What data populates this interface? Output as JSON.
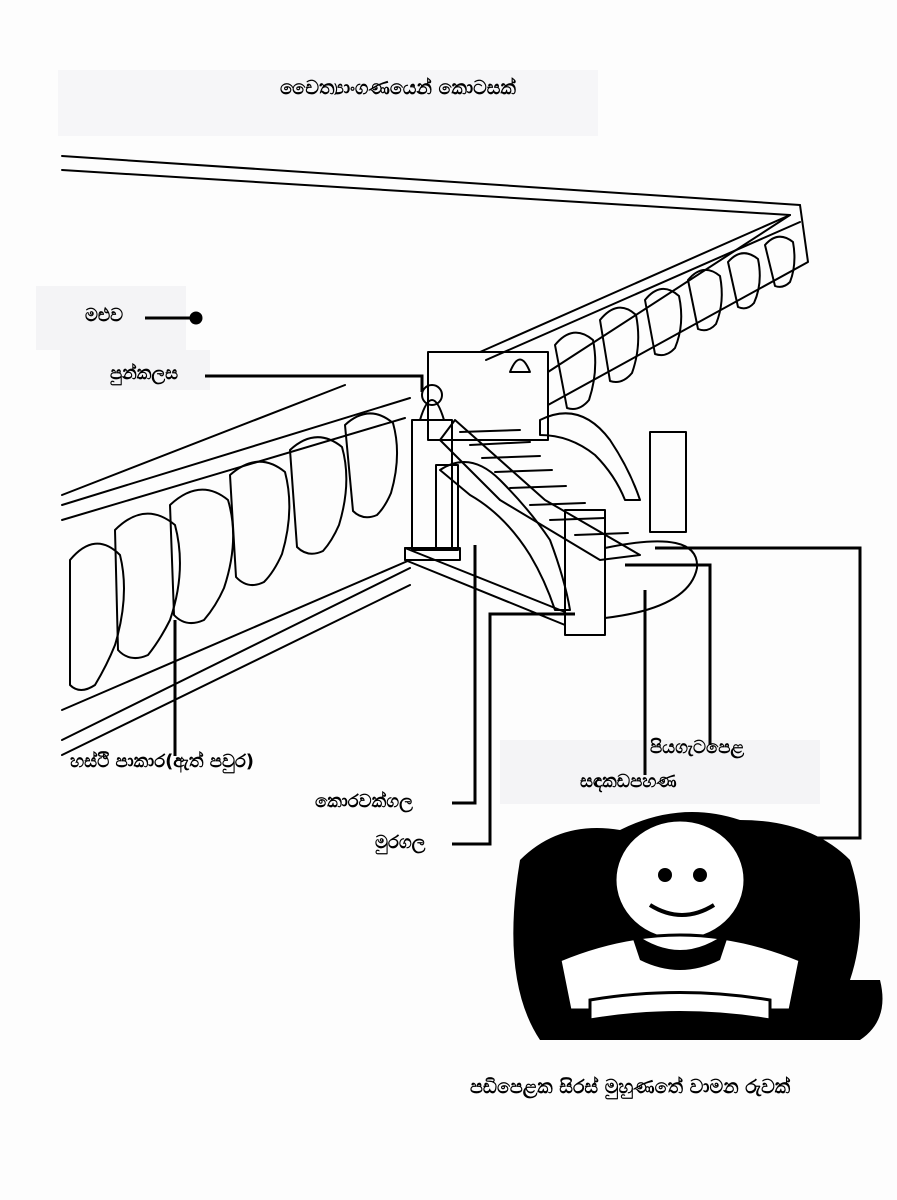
{
  "title": "චෛත්‍යාංගණයෙන් කොටසක්",
  "labels": {
    "maluwa": "මළුව",
    "punkalasa": "පුන්කලස",
    "hasthi_prakara": "හස්ථි පාකාර(ඇත් පවුර)",
    "korawakgala": "කොරවක්ගල",
    "muragala": "මුරගල",
    "piyagatapela": "පියගැටපෙළ",
    "sandakadapahana": "සඳකඩපහණ",
    "vamana_caption": "පඩිපෙළක සිරස් මුහුණතේ වාමන රුවක්"
  },
  "colors": {
    "ink": "#000000",
    "paper": "#fdfdfd",
    "band": "#f4f4f6"
  }
}
